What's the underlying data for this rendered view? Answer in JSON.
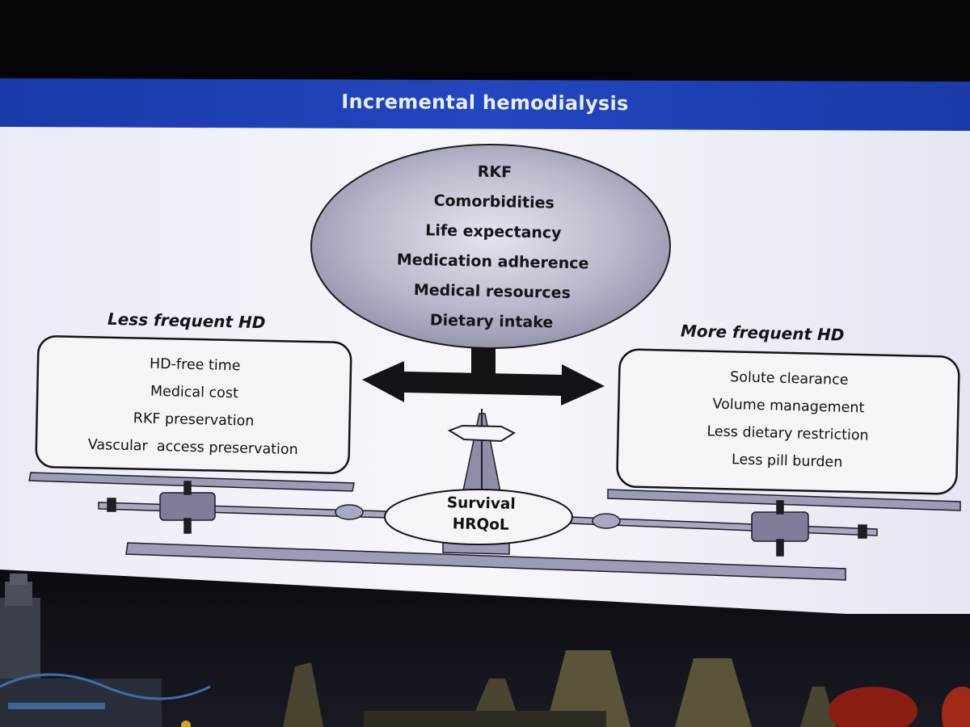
{
  "slide": {
    "title": "Incremental hemodialysis",
    "factors": [
      "RKF",
      "Comorbidities",
      "Life expectancy",
      "Medication adherence",
      "Medical resources",
      "Dietary intake"
    ],
    "left": {
      "heading": "Less frequent HD",
      "items": [
        "HD-free time",
        "Medical cost",
        "RKF preservation",
        "Vascular  access preservation"
      ]
    },
    "right": {
      "heading": "More frequent HD",
      "items": [
        "Solute clearance",
        "Volume management",
        "Less dietary restriction",
        "Less pill burden"
      ]
    },
    "center": {
      "line1": "Survival",
      "line2": "HRQoL"
    }
  },
  "colors": {
    "title_bar": "#1c3fb0",
    "slide_bg": "#f1f1f8",
    "scale_fill": "#9c9cb8",
    "ink": "#121216"
  }
}
